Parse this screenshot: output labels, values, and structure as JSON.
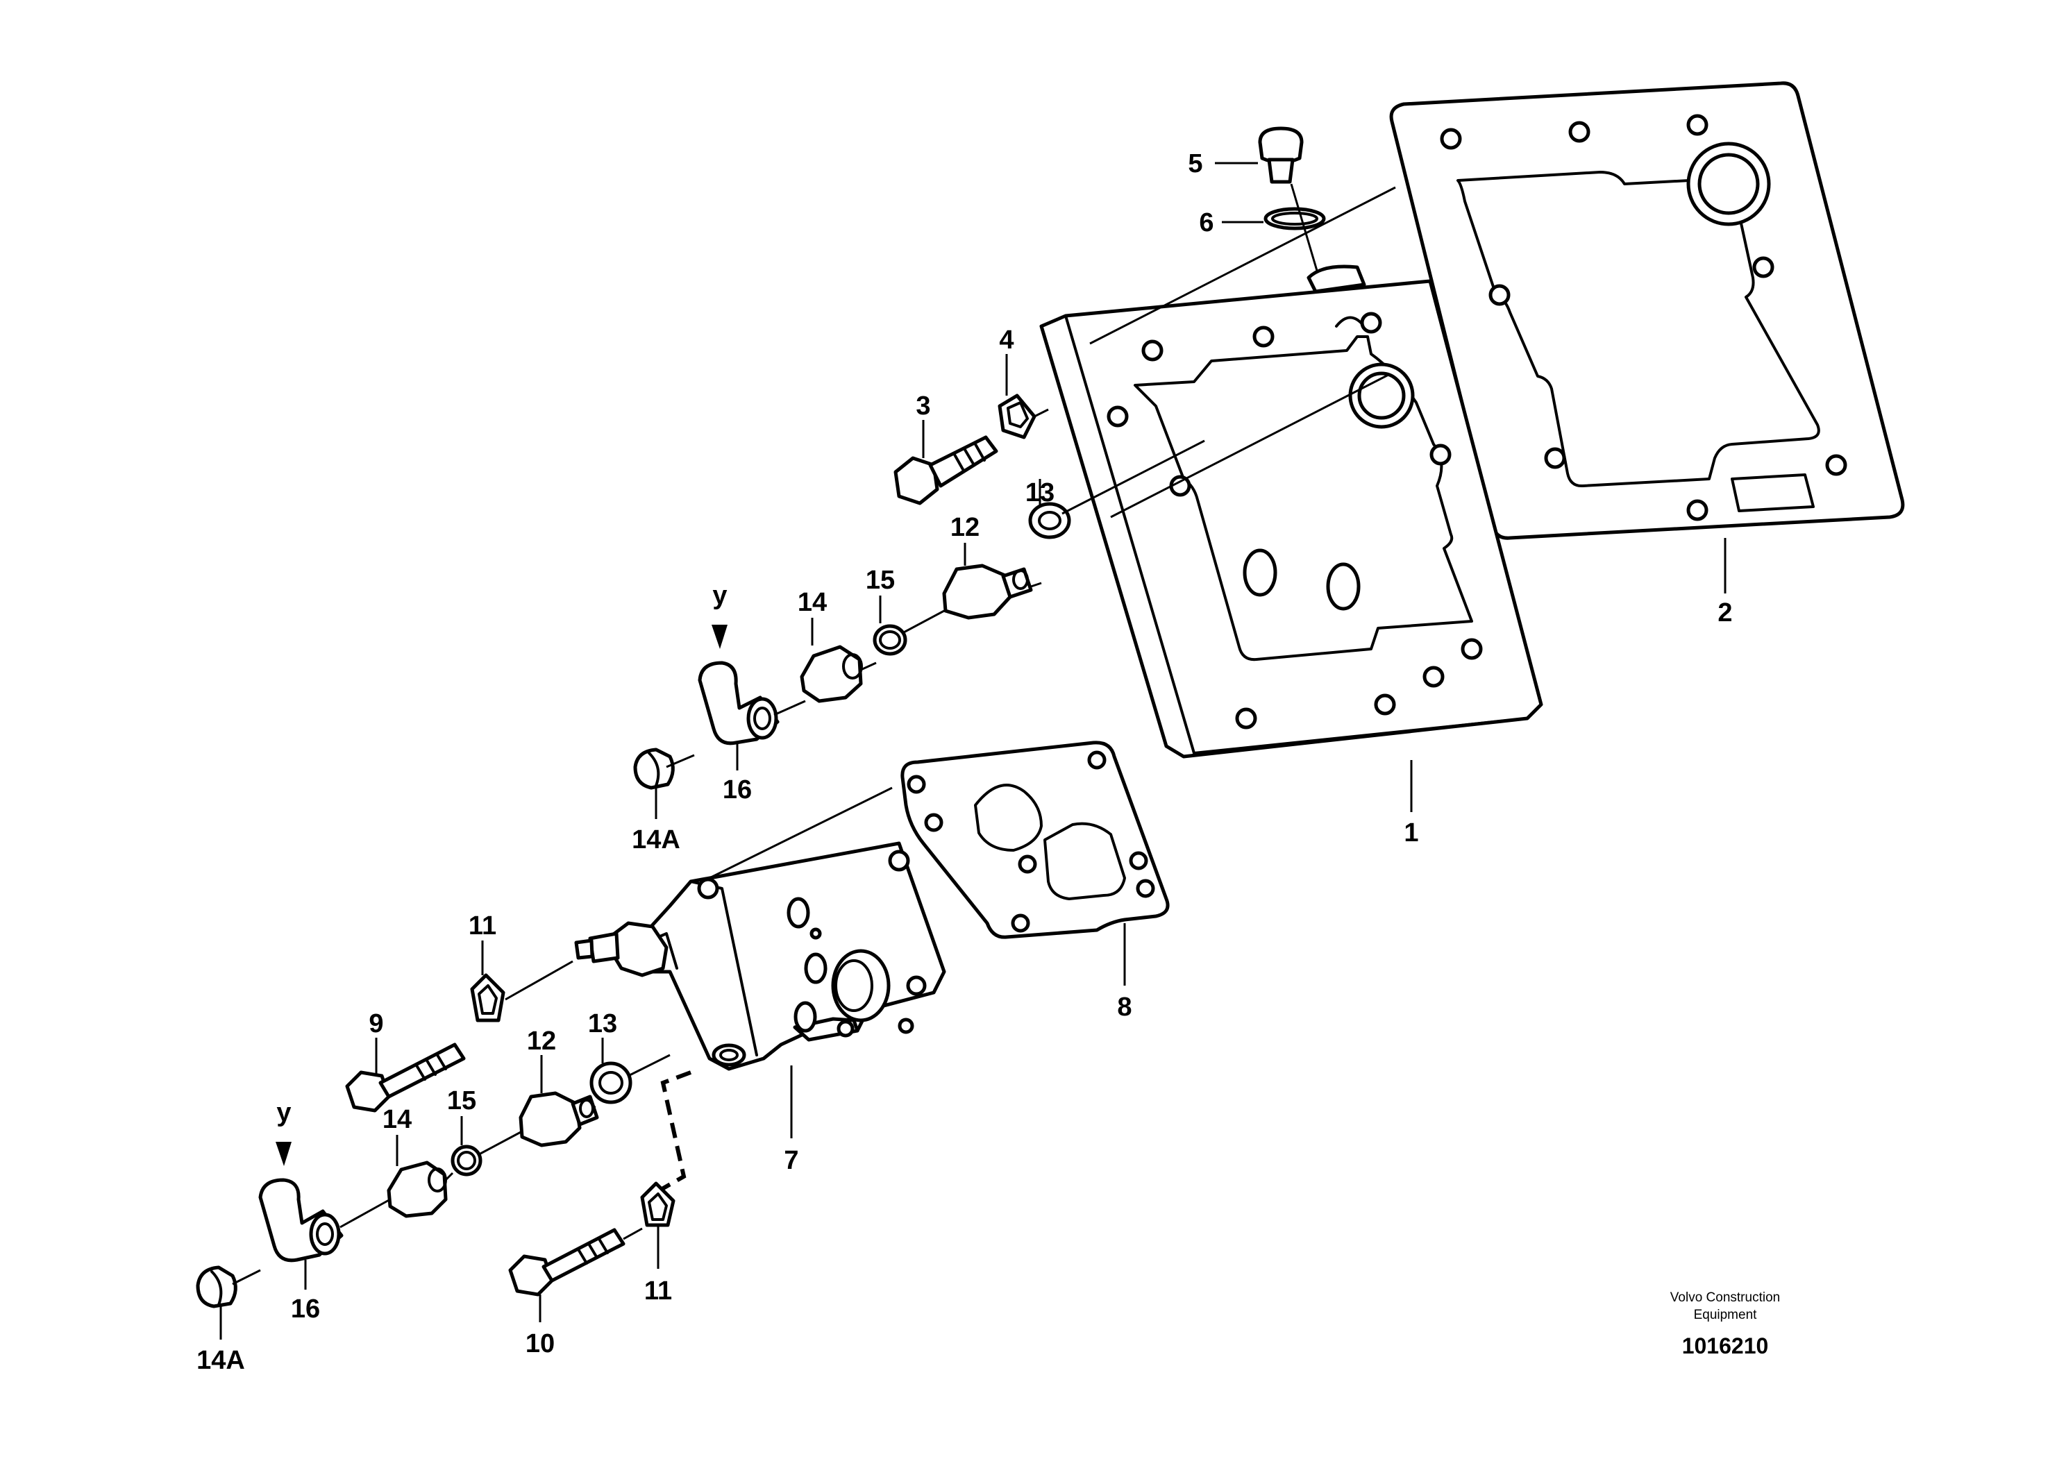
{
  "callouts": {
    "p1": "1",
    "p2": "2",
    "p3": "3",
    "p4": "4",
    "p5": "5",
    "p6": "6",
    "p7": "7",
    "p8": "8",
    "p9": "9",
    "p10": "10",
    "p11a": "11",
    "p11b": "11",
    "p12a": "12",
    "p12b": "12",
    "p13a": "13",
    "p13b": "13",
    "p14a": "14",
    "p14b": "14",
    "p15a": "15",
    "p15b": "15",
    "p16a": "16",
    "p16b": "16",
    "p14Aa": "14A",
    "p14Ab": "14A",
    "ya": "y",
    "yb": "y"
  },
  "footer": {
    "brand_line1": "Volvo Construction",
    "brand_line2": "Equipment",
    "doc_number": "1016210"
  }
}
